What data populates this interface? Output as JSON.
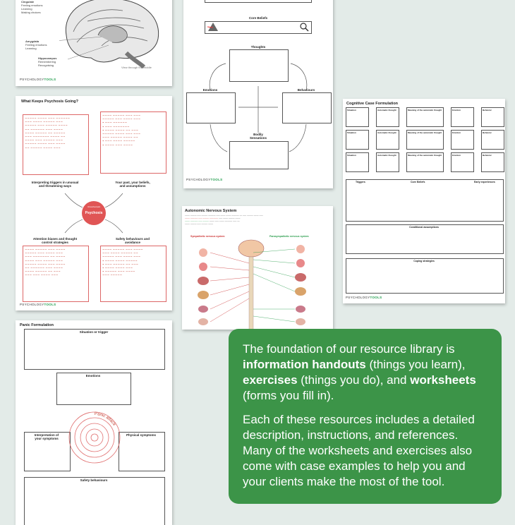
{
  "brain_sheet": {
    "labels": [
      "Cingulate",
      "Feeling emotions",
      "Learning",
      "Making choices",
      "Amygdala",
      "Feeling emotions",
      "Learning",
      "Hippocampus",
      "Remembering",
      "Recognising"
    ],
    "view_caption": "View through the middle"
  },
  "brand": {
    "prefix": "PSYCHOLOGY",
    "suffix": "TOOLS"
  },
  "cycle_sheet": {
    "core_beliefs": "Core Beliefs",
    "thoughts": "Thoughts",
    "emotions": "Emotions",
    "behaviours": "Behaviours",
    "bodily": "Bodily\nSensations"
  },
  "psychosis_sheet": {
    "title": "What Keeps Psychosis Going?",
    "tl_label": "Interpreting triggers in unusual\nand threatening ways",
    "tr_label": "Your past, your beliefs,\nand assumptions",
    "center": "Psychosis",
    "center_top": "Unresolved past",
    "bl_label": "Attention biases and thought\ncontrol strategies",
    "br_label": "Safety behaviours and\navoidance"
  },
  "case_sheet": {
    "title": "Cognitive Case Formulation",
    "headers": [
      "Situation",
      "Automatic thought",
      "Meaning of the automatic thought",
      "Emotion",
      "Behavior"
    ],
    "triggers": "Triggers",
    "core_beliefs": "Core Beliefs",
    "early_experiences": "Early experiences",
    "conditional": "Conditional assumptions",
    "coping": "Coping strategies"
  },
  "ans_sheet": {
    "title": "Autonomic Nervous System",
    "sympathetic": "Sympathetic nervous system",
    "parasympathetic": "Parasympathetic nervous system"
  },
  "panic_sheet": {
    "title": "Panic Formulation",
    "situation": "Situation or trigger",
    "emotions": "Emotions",
    "interpretation": "Interpretation of\nyour symptoms",
    "physical": "Physical symptoms",
    "spiral": "Panic attack",
    "safety": "Safety behaviours"
  },
  "callout": {
    "p1_a": "The foundation of our resource library is ",
    "p1_b": "information handouts",
    "p1_c": " (things you learn), ",
    "p1_d": "exercises",
    "p1_e": " (things you do), and ",
    "p1_f": "worksheets",
    "p1_g": " (forms you fill in).",
    "p2": "Each of these resources includes a detailed description, instructions, and references. Many of the worksheets and exercises also come with case examples to help you and your clients make the most of the tool."
  },
  "colors": {
    "accent_green": "#3c9448",
    "brand_green": "#1f9d4c",
    "handwriting_red": "#c0392b",
    "background": "#e3ebe8"
  }
}
